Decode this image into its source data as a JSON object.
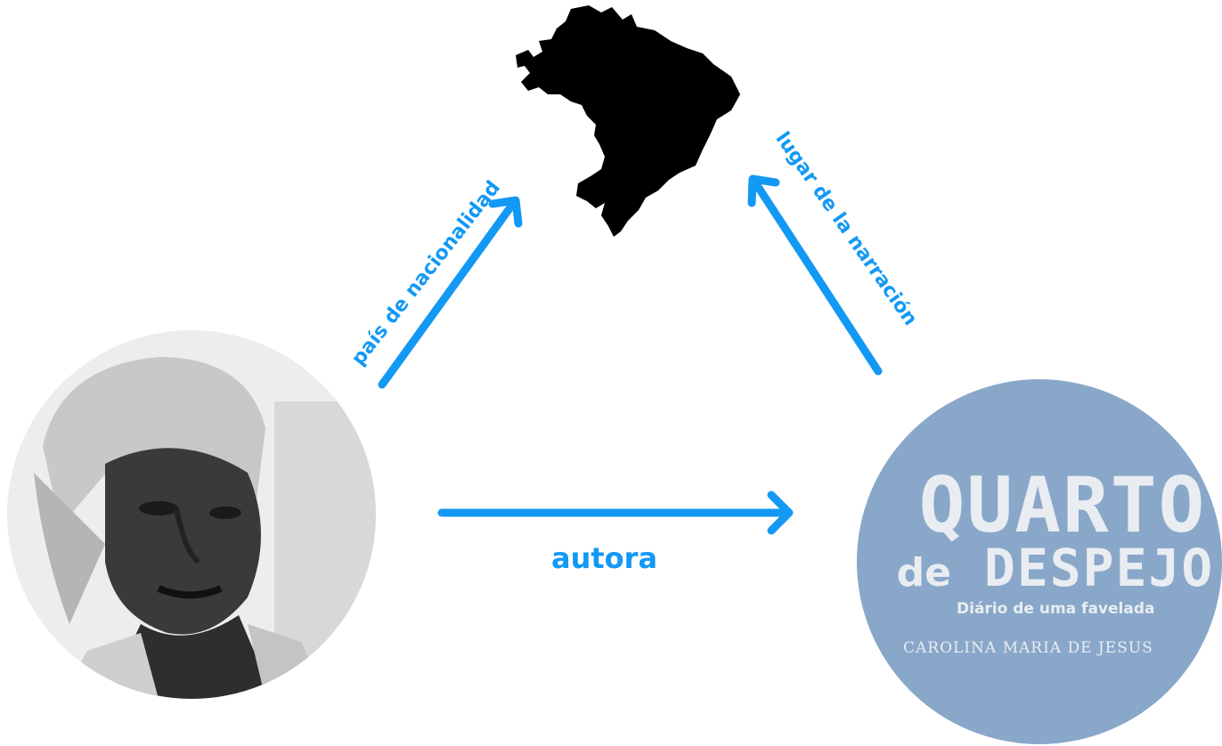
{
  "nodes": {
    "author_portrait": {
      "kind": "photo",
      "description_icon": "woman-portrait"
    },
    "country": {
      "kind": "map-silhouette",
      "icon": "brazil-map-icon"
    },
    "book": {
      "title_line1": "QUARTO",
      "title_line2_prefix": "de",
      "title_line2": "DESPEJO",
      "subtitle": "Diário de uma favelada",
      "author": "CAROLINA MARIA DE JESUS",
      "cover_color": "#89a7c9"
    }
  },
  "edges": {
    "autora": "autora",
    "pais": "país de nacionalidad",
    "lugar": "lugar de la narración"
  },
  "colors": {
    "arrow": "#1399f4",
    "label": "#1399f4"
  }
}
